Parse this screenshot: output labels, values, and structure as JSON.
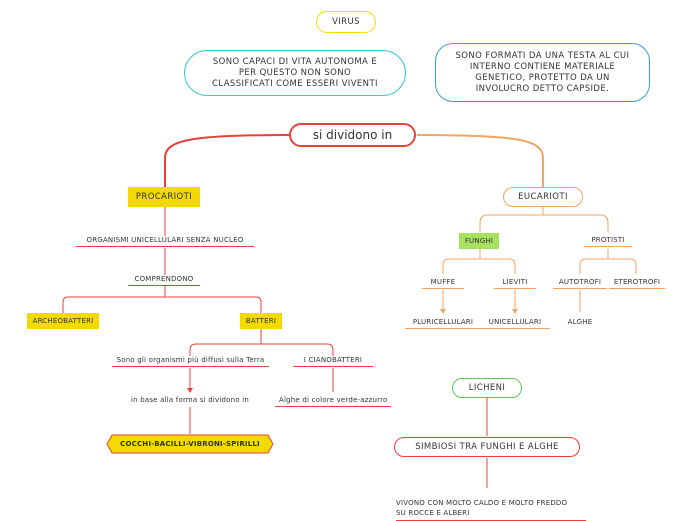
{
  "virus": {
    "title": "VIRUS",
    "note_left": "SONO CAPACI DI VITA AUTONOMA E\nPER QUESTO NON SONO\nCLASSIFICATI COME ESSERI VIVENTI",
    "note_right": "SONO FORMATI DA UNA TESTA AL CUI\nINTERNO CONTIENE MATERIALE\nGENETICO, PROTETTO DA UN\nINVOLUCRO DETTO CAPSIDE."
  },
  "central": {
    "label": "si dividono in"
  },
  "procarioti": {
    "title": "PROCARIOTI",
    "desc": "ORGANISMI UNICELLULARI SENZA NUCLEO",
    "comprendono": "COMPRENDONO",
    "archeobatteri": "ARCHEOBATTERI",
    "batteri": "BATTERI",
    "diffusi": "Sono gli organismi più diffusi sulla Terra",
    "forma": "in base alla forma si dividono in",
    "forme": "COCCHI-BACILLI-VIBRONI-SPIRILLI",
    "cianobatteri": "I CIANOBATTERI",
    "alghe_colore": "Alghe di colore verde-azzurro"
  },
  "eucarioti": {
    "title": "EUCARIOTI",
    "funghi": "FUNGHI",
    "protisti": "PROTISTI",
    "muffe": "MUFFE",
    "lieviti": "LIEVITI",
    "autotrofi": "AUTOTROFI",
    "eterotrofi": "ETEROTROFI",
    "pluricellulari": "PLURICELLULARI",
    "unicellulari": "UNICELLULARI",
    "alghe": "ALGHE"
  },
  "licheni": {
    "title": "LICHENI",
    "simbiosi": "SIMBIOSI TRA FUNGHI E ALGHE",
    "vivono": "VIVONO CON MOLTO CALDO E MOLTO FREDDO\nSU ROCCE  E ALBERI"
  },
  "colors": {
    "red": "#e8413c",
    "orange": "#f4a460",
    "yellow_border": "#f2d900",
    "blue": "#3aa0d8",
    "cyan": "#3cc8d8",
    "green": "#5cc85c",
    "highlight_yellow": "#f2d900",
    "highlight_green": "#a8e060"
  }
}
